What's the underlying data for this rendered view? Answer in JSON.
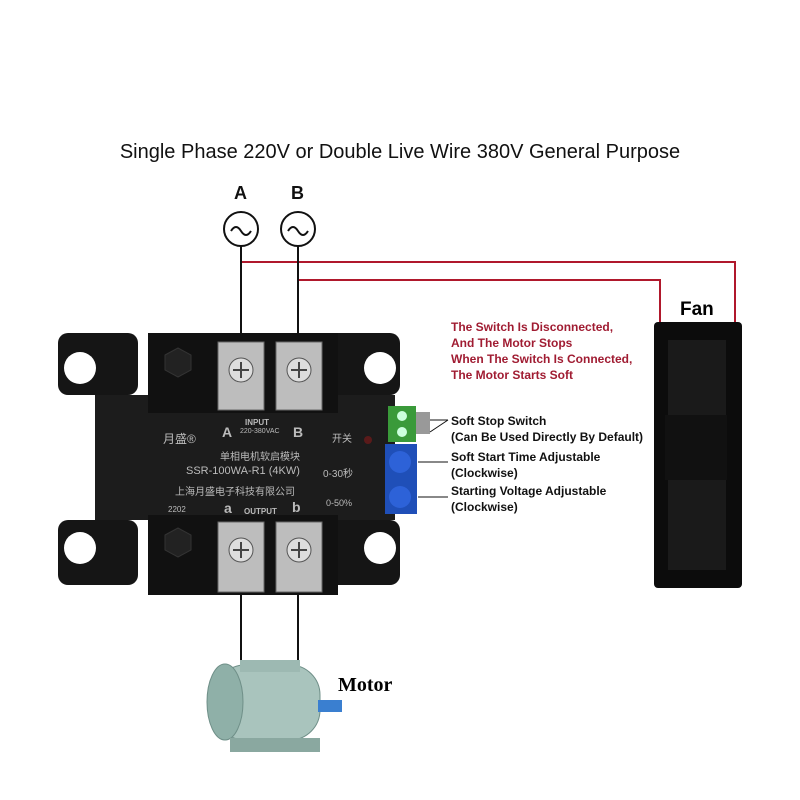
{
  "title": "Single Phase 220V or Double Live Wire 380V General Purpose",
  "inputs": [
    {
      "label": "A",
      "symbol": "~"
    },
    {
      "label": "B",
      "symbol": "~"
    }
  ],
  "fan_label": "Fan",
  "motor_label": "Motor",
  "switch_note": [
    "The Switch Is Disconnected,",
    "And The Motor Stops",
    "When The Switch Is Connected,",
    "The Motor Starts Soft"
  ],
  "controls": [
    {
      "name": "Soft Stop Switch",
      "note": "(Can Be Used Directly By Default)"
    },
    {
      "name": "Soft Start Time Adjustable",
      "note": "(Clockwise)"
    },
    {
      "name": "Starting Voltage Adjustable",
      "note": "(Clockwise)"
    }
  ],
  "module": {
    "brand": "月盛®",
    "input_a": "A",
    "input_b": "B",
    "input_label": "INPUT",
    "input_range": "220-380VAC",
    "switch_cn": "开关",
    "name_cn": "单相电机软启模块",
    "model": "SSR-100WA-R1 (4KW)",
    "time_range": "0-30秒",
    "company_cn": "上海月盛电子科技有限公司",
    "voltage_range": "0-50%",
    "batch": "2202",
    "output_a": "a",
    "output_b": "b",
    "output_label": "OUTPUT"
  },
  "colors": {
    "wire_red": "#b0182c",
    "body": "#1a1a1a",
    "pot": "#1f4fb8",
    "switch": "#3a9a3a"
  }
}
